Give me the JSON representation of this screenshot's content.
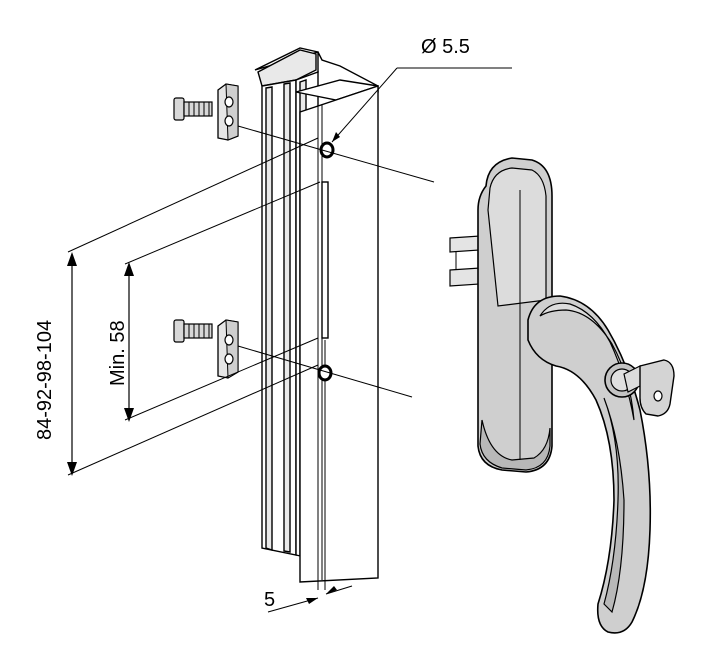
{
  "labels": {
    "hole_diameter": "Ø 5.5",
    "min_distance": "Min. 58",
    "hole_spacing": "84-92-98-104",
    "slot_width": "5"
  }
}
